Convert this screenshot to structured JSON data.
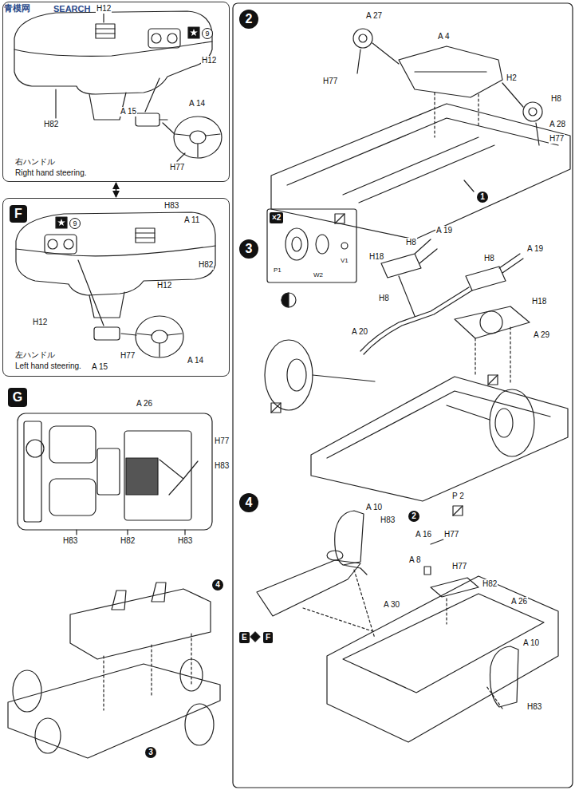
{
  "diagram": {
    "nodes": [
      {
        "text": [
          "右ハンドル",
          "Right hand steering."
        ]
      },
      {
        "text": [
          "F",
          "左ハンドル",
          "Left hand steering."
        ]
      },
      {
        "text": [
          "G"
        ]
      },
      {
        "text": [
          "2"
        ]
      },
      {
        "text": [
          "3"
        ]
      },
      {
        "text": [
          "4"
        ]
      }
    ],
    "edges": [
      {
        "from": 0,
        "to": 1,
        "arrow": "both"
      }
    ],
    "labels": [
      "青模网",
      "SEARCH",
      "H12",
      "9",
      "H12",
      "A 15",
      "A 14",
      "H82",
      "H77",
      "9",
      "H83",
      "A 11",
      "H82",
      "H12",
      "H12",
      "A 15",
      "H77",
      "A 14",
      "A 26",
      "H77",
      "H83",
      "H83",
      "H82",
      "H83",
      "4",
      "3",
      "A 27",
      "H77",
      "A 4",
      "H2",
      "H8",
      "A 28",
      "H77",
      "1",
      "×2",
      "P1",
      "W2",
      "V1",
      "H8",
      "A 19",
      "H18",
      "H8",
      "A 19",
      "H8",
      "A 20",
      "H18",
      "A 29",
      "P 2",
      "2",
      "A 10",
      "H83",
      "A 16",
      "H77",
      "A 8",
      "H77",
      "H82",
      "A 30",
      "A 26",
      "A 10",
      "H83",
      "E",
      "F"
    ]
  }
}
